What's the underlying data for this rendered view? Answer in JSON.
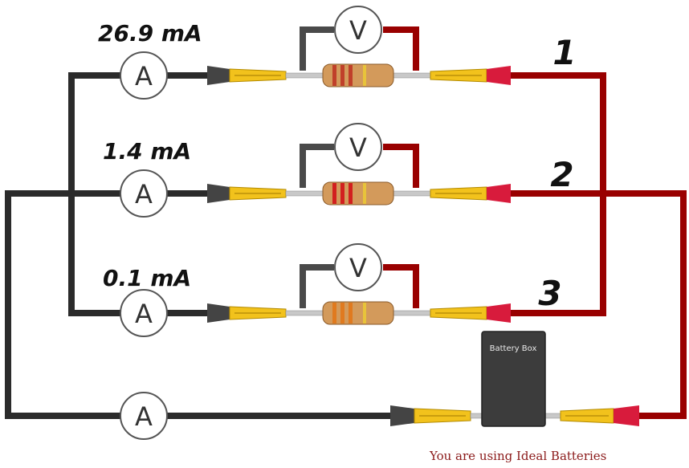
{
  "readings": {
    "branch_1": "26.9 mA",
    "branch_2": "1.4 mA",
    "branch_3": "0.1 mA"
  },
  "branch_labels": {
    "branch_1": "1",
    "branch_2": "2",
    "branch_3": "3"
  },
  "ammeter_symbol": "A",
  "voltmeter_symbol": "V",
  "battery": {
    "label": "Battery Box"
  },
  "status": "You are using Ideal Batteries",
  "resistor_bands": {
    "branch_1": [
      "#c0402a",
      "#c0402a",
      "#c0402a",
      "#e8c33a"
    ],
    "branch_2": [
      "#d21f1f",
      "#d21f1f",
      "#d21f1f",
      "#e8c33a"
    ],
    "branch_3": [
      "#e07a1f",
      "#e07a1f",
      "#e07a1f",
      "#e8c33a"
    ]
  },
  "colors": {
    "negative_wire": "#2b2b2b",
    "positive_wire": "#990000",
    "voltmeter_neg_lead": "#4a4a4a",
    "probe_yellow": "#f2c21c",
    "tip_black": "#444444",
    "tip_red": "#d81b3c",
    "resistor_body": "#d39a5b",
    "battery_case": "#3c3c3c",
    "status_text": "#8b1a1a"
  }
}
